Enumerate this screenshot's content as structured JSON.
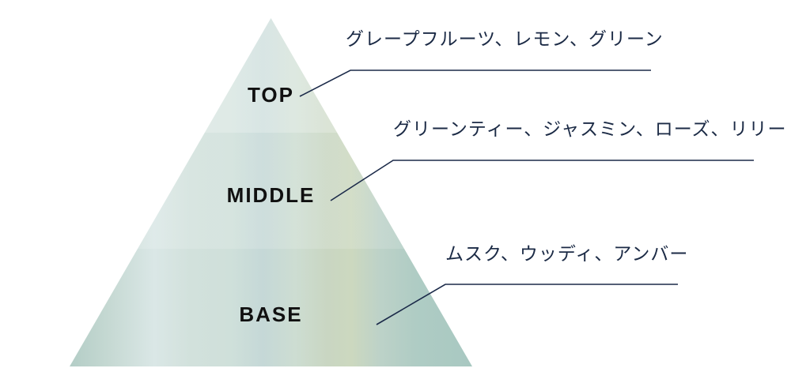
{
  "pyramid": {
    "levels": [
      {
        "label": "TOP",
        "notes": "グレープフルーツ、レモン、グリーン"
      },
      {
        "label": "MIDDLE",
        "notes": "グリーンティー、ジャスミン、ローズ、リリー"
      },
      {
        "label": "BASE",
        "notes": "ムスク、ウッディ、アンバー"
      }
    ],
    "colors": {
      "connector_line": "#1b2a49",
      "note_text": "#1b2a45",
      "label_text": "#101010",
      "triangle_top_band": "#cfe2d8",
      "triangle_middle_band": "#c3d8d2",
      "triangle_base_band": "#b0cdc6"
    }
  }
}
